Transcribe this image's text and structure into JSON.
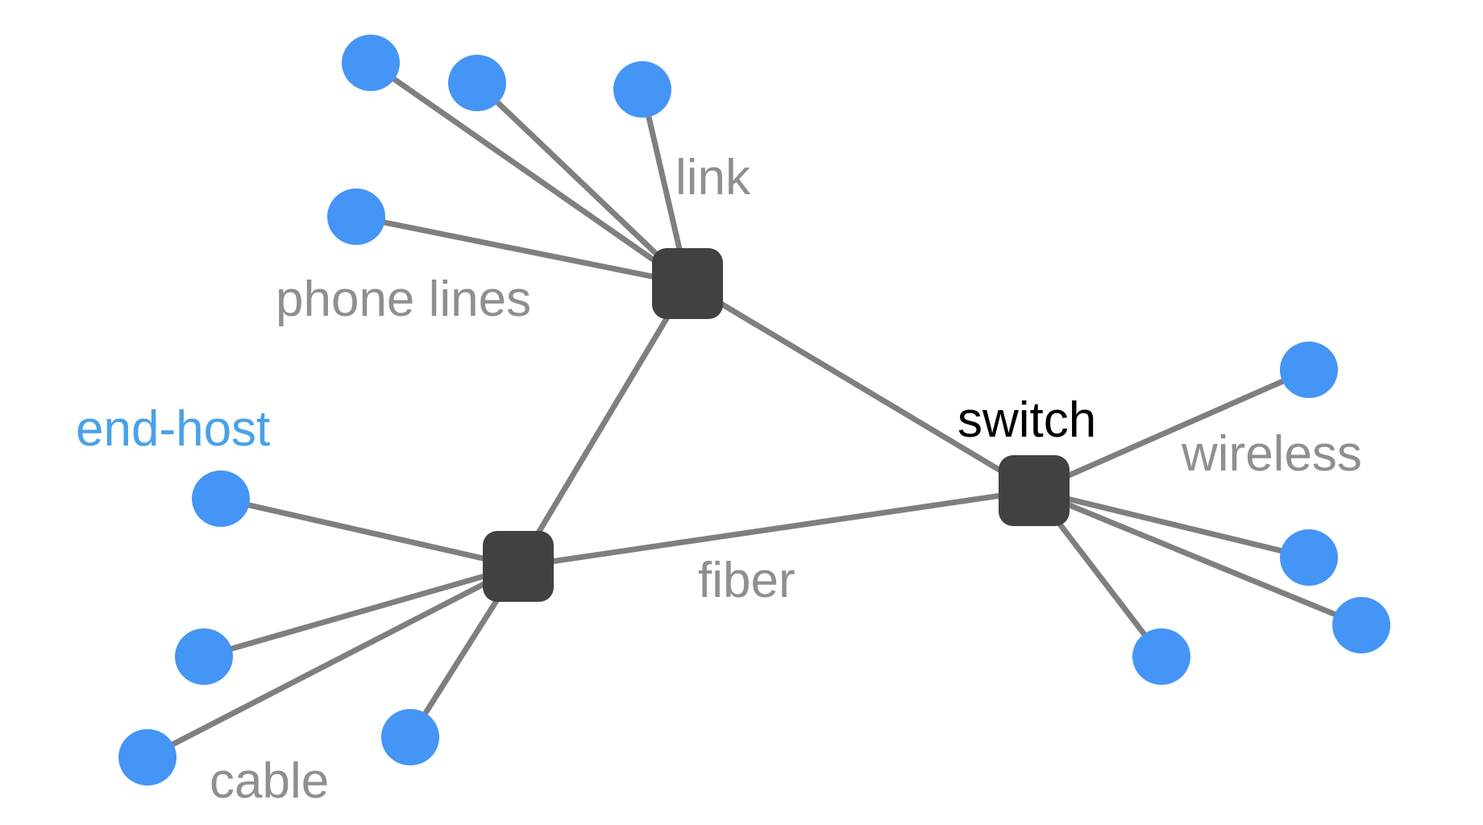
{
  "labels": {
    "link": "link",
    "phone_lines": "phone lines",
    "end_host": "end-host",
    "switch": "switch",
    "wireless": "wireless",
    "fiber": "fiber",
    "cable": "cable"
  },
  "colors": {
    "host": "#4495f5",
    "switch": "#414141",
    "edge": "#7f7f7f",
    "edge_label": "#8f8f8f",
    "end_host_label": "#49a1e8",
    "switch_label": "#000000"
  }
}
